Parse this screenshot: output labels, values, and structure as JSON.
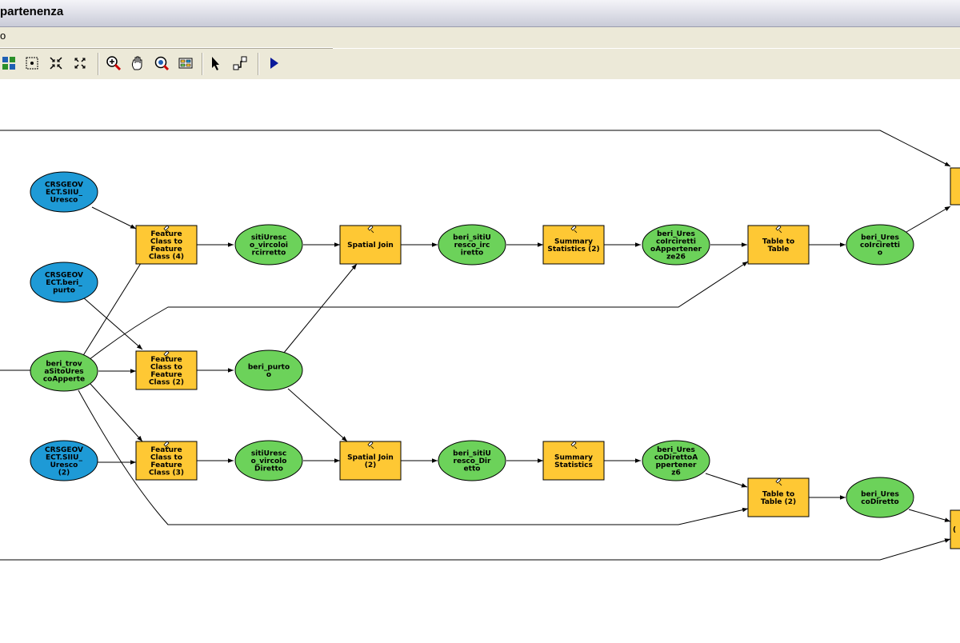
{
  "window": {
    "title": "partenenza"
  },
  "menu": {
    "items": [
      "o"
    ]
  },
  "toolbar": {
    "buttons": [
      {
        "name": "add-data-icon"
      },
      {
        "name": "full-extent-icon"
      },
      {
        "name": "zoom-in-fixed-icon"
      },
      {
        "name": "zoom-out-fixed-icon"
      },
      {
        "name": "zoom-in-icon"
      },
      {
        "name": "pan-icon"
      },
      {
        "name": "zoom-layer-icon"
      },
      {
        "name": "grid-icon"
      },
      {
        "name": "select-icon"
      },
      {
        "name": "connect-icon"
      },
      {
        "name": "run-icon"
      }
    ]
  },
  "colors": {
    "input_data": "#1e9ad6",
    "tool": "#fec834",
    "derived_data": "#6cd25a",
    "outline": "#000000"
  },
  "nodes": {
    "in1": [
      "CRSGEOV",
      "ECT.SIIU_",
      "Uresco"
    ],
    "in2": [
      "CRSGEOV",
      "ECT.beri_",
      "purto"
    ],
    "in3": [
      "CRSGEOV",
      "ECT.SIIU_",
      "Uresco",
      "(2)"
    ],
    "src": [
      "beri_trov",
      "aSitoUres",
      "coApperte"
    ],
    "fc4": [
      "Feature",
      "Class to",
      "Feature",
      "Class (4)"
    ],
    "fc2": [
      "Feature",
      "Class to",
      "Feature",
      "Class (2)"
    ],
    "fc3": [
      "Feature",
      "Class to",
      "Feature",
      "Class (3)"
    ],
    "d1": [
      "sitiUresc",
      "o_vircoloi",
      "rcirretto"
    ],
    "d2": [
      "beri_purto",
      "o"
    ],
    "d3": [
      "sitiUresc",
      "o_vircolo",
      "Diretto"
    ],
    "sj1": [
      "Spatial Join"
    ],
    "sj2": [
      "Spatial Join",
      "(2)"
    ],
    "e1": [
      "beri_sitiU",
      "resco_irc",
      "iretto"
    ],
    "e2": [
      "beri_sitiU",
      "resco_Dir",
      "etto"
    ],
    "ss2": [
      "Summary",
      "Statistics (2)"
    ],
    "ss1": [
      "Summary",
      "Statistics"
    ],
    "f1": [
      "beri_Ures",
      "coIrciretti",
      "oAppertener",
      "ze26"
    ],
    "f2": [
      "beri_Ures",
      "coDirettoA",
      "ppertener",
      "z6"
    ],
    "tt1": [
      "Table to",
      "Table"
    ],
    "tt2": [
      "Table to",
      "Table (2)"
    ],
    "g1": [
      "beri_Ures",
      "coIrciretti",
      "o"
    ],
    "g2": [
      "beri_Ures",
      "coDiretto"
    ]
  }
}
